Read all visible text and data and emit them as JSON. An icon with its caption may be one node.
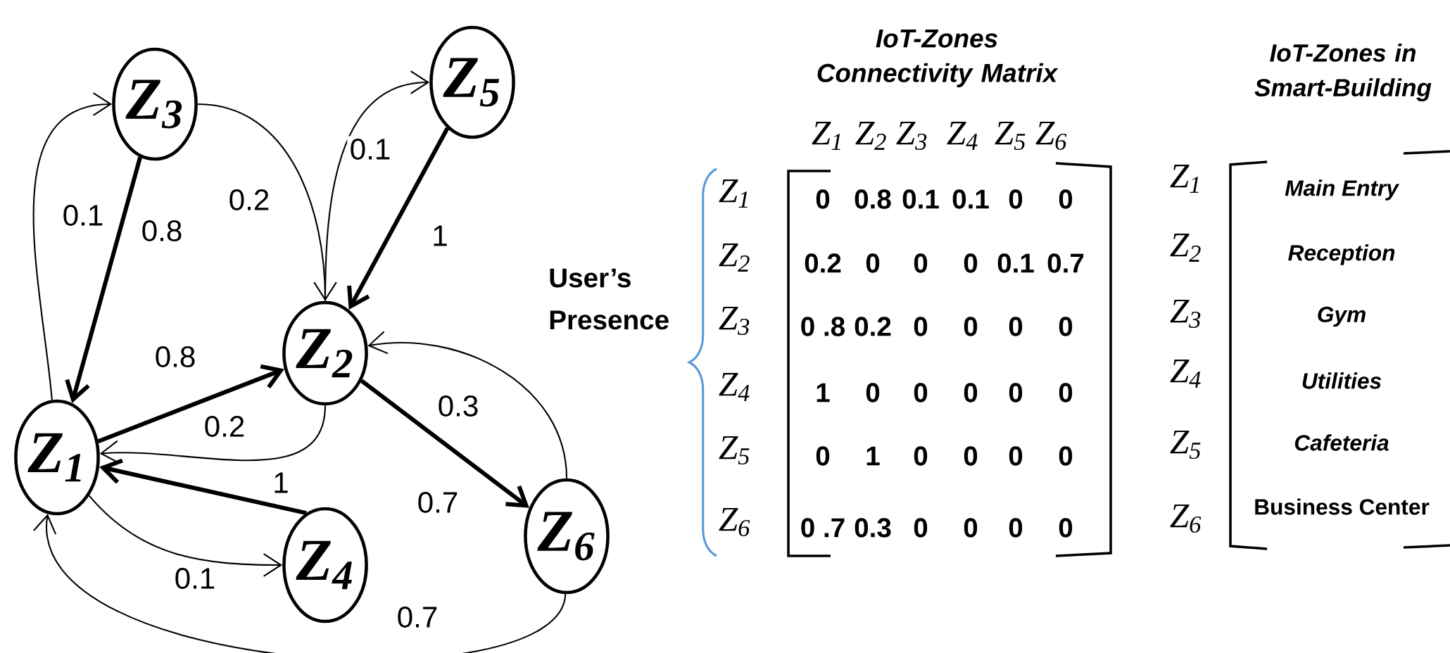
{
  "diagram": {
    "nodes": [
      {
        "text": [
          "Z$_{1}$"
        ]
      },
      {
        "text": [
          "Z$_{2}$"
        ]
      },
      {
        "text": [
          "Z$_{3}$"
        ]
      },
      {
        "text": [
          "Z$_{4}$"
        ]
      },
      {
        "text": [
          "Z$_{5}$"
        ]
      },
      {
        "text": [
          "Z$_{6}$"
        ]
      }
    ],
    "edges": [
      {
        "from": 0,
        "to": 1,
        "arrow": "to",
        "label": "0.8",
        "style": "thick"
      },
      {
        "from": 0,
        "to": 2,
        "arrow": "to",
        "label": "0.1"
      },
      {
        "from": 0,
        "to": 3,
        "arrow": "to",
        "label": "0.1"
      },
      {
        "from": 1,
        "to": 0,
        "arrow": "to",
        "label": "0.2"
      },
      {
        "from": 1,
        "to": 4,
        "arrow": "to",
        "label": "0.1"
      },
      {
        "from": 1,
        "to": 5,
        "arrow": "to",
        "label": "0.7",
        "style": "thick"
      },
      {
        "from": 2,
        "to": 0,
        "arrow": "to",
        "label": "0.8",
        "style": "thick"
      },
      {
        "from": 2,
        "to": 1,
        "arrow": "to",
        "label": "0.2"
      },
      {
        "from": 3,
        "to": 0,
        "arrow": "to",
        "label": "1",
        "style": "thick"
      },
      {
        "from": 4,
        "to": 1,
        "arrow": "to",
        "label": "1",
        "style": "thick"
      },
      {
        "from": 5,
        "to": 0,
        "arrow": "to",
        "label": "0.7"
      },
      {
        "from": 5,
        "to": 1,
        "arrow": "to",
        "label": "0.3"
      }
    ],
    "labels": [
      "IoT-Zones Connectivity Matrix",
      "IoT-Zones in Smart-Building",
      "Z$_{1}$",
      "Z$_{2}$",
      "Z$_{3}$",
      "Z$_{4}$",
      "Z$_{5}$",
      "Z$_{6}$",
      "User’s Presence",
      "Z$_{1}$",
      "0",
      "0.8",
      "0.1",
      "0.1",
      "0",
      "0",
      "Z$_{1}$",
      "Main Entry",
      "Z$_{2}$",
      "0.2",
      "0",
      "0",
      "0",
      "0.1",
      "0.7",
      "Z$_{2}$",
      "Reception",
      "Z$_{3}$",
      "0 .8",
      "0.2",
      "0",
      "0",
      "0",
      "0",
      "Z$_{3}$",
      "Gym",
      "Z$_{4}$",
      "1",
      "0",
      "0",
      "0",
      "0",
      "0",
      "Z$_{4}$",
      "Utilities",
      "Z$_{5}$",
      "0",
      "1",
      "0",
      "0",
      "0",
      "0",
      "Z$_{5}$",
      "Cafeteria",
      "Z$_{6}$",
      "0 .7",
      "0.3",
      "0",
      "0",
      "0",
      "0",
      "Z$_{6}$",
      "Business Center"
    ]
  }
}
